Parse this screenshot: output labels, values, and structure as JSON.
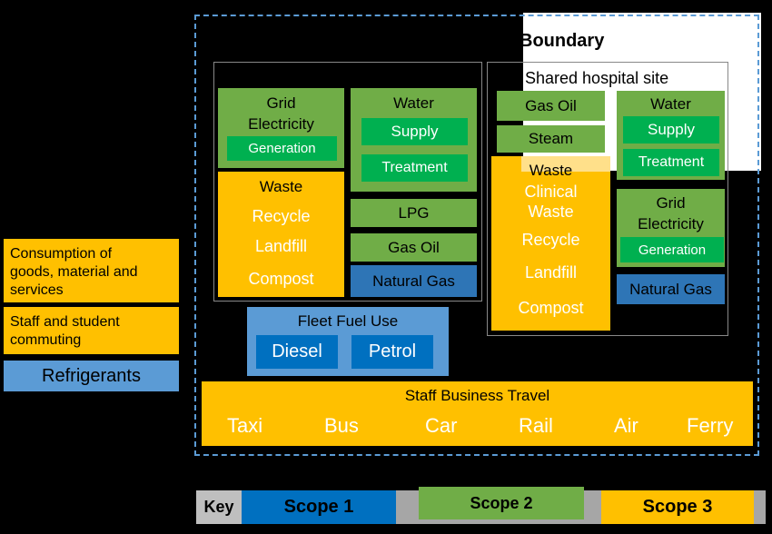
{
  "boundary": {
    "label": "Boundary"
  },
  "shared_site": {
    "label": "Shared hospital site"
  },
  "left_group": {
    "grid": {
      "line1": "Grid",
      "line2": "Electricity",
      "generation": "Generation"
    },
    "water": {
      "title": "Water",
      "supply": "Supply",
      "treatment": "Treatment"
    },
    "waste": {
      "title": "Waste",
      "items": [
        "Recycle",
        "Landfill",
        "Compost"
      ]
    },
    "lpg": "LPG",
    "gas_oil": "Gas Oil",
    "natural_gas": "Natural Gas"
  },
  "right_group": {
    "gas_oil": "Gas Oil",
    "steam": "Steam",
    "waste": {
      "title": "Waste",
      "clinical1": "Clinical",
      "clinical2": "Waste",
      "recycle": "Recycle",
      "landfill": "Landfill",
      "compost": "Compost"
    },
    "water": {
      "title": "Water",
      "supply": "Supply",
      "treatment": "Treatment"
    },
    "grid": {
      "line1": "Grid",
      "line2": "Electricity",
      "generation": "Generation"
    },
    "natural_gas": "Natural Gas"
  },
  "fleet": {
    "title": "Fleet Fuel Use",
    "diesel": "Diesel",
    "petrol": "Petrol"
  },
  "travel": {
    "title": "Staff Business Travel",
    "modes": [
      "Taxi",
      "Bus",
      "Car",
      "Rail",
      "Air",
      "Ferry"
    ]
  },
  "outside": {
    "consumption": [
      "Consumption of",
      "goods, material and",
      "services"
    ],
    "commuting": [
      "Staff and student",
      "commuting"
    ],
    "refrigerants": "Refrigerants"
  },
  "key": {
    "label": "Key",
    "scope1": "Scope 1",
    "scope2": "Scope 2",
    "scope3": "Scope 3"
  },
  "colors": {
    "scope1": "#0070C0",
    "scope2": "#70AD47",
    "scope3": "#FFC000",
    "background": "#000000",
    "boundary_line": "#5B9BD5"
  }
}
